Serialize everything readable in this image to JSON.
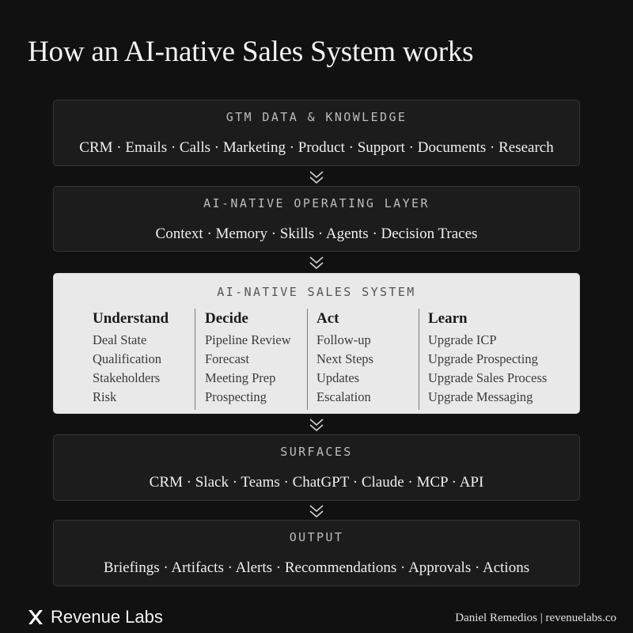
{
  "title": "How an AI-native Sales System works",
  "layers": {
    "gtm": {
      "heading": "GTM DATA & KNOWLEDGE",
      "items": "CRM ·  Emails · Calls · Marketing · Product · Support · Documents · Research"
    },
    "operating": {
      "heading": "AI-NATIVE OPERATING LAYER",
      "items": "Context · Memory · Skills · Agents · Decision Traces"
    },
    "system": {
      "heading": "AI-NATIVE SALES SYSTEM",
      "columns": [
        {
          "title": "Understand",
          "items": [
            "Deal State",
            "Qualification",
            "Stakeholders",
            "Risk"
          ]
        },
        {
          "title": "Decide",
          "items": [
            "Pipeline Review",
            "Forecast",
            "Meeting Prep",
            "Prospecting"
          ]
        },
        {
          "title": "Act",
          "items": [
            "Follow-up",
            "Next Steps",
            "Updates",
            "Escalation"
          ]
        },
        {
          "title": "Learn",
          "items": [
            "Upgrade ICP",
            "Upgrade Prospecting",
            "Upgrade Sales Process",
            "Upgrade Messaging"
          ]
        }
      ]
    },
    "surfaces": {
      "heading": "SURFACES",
      "items": "CRM · Slack · Teams · ChatGPT · Claude · MCP · API"
    },
    "output": {
      "heading": "OUTPUT",
      "items": "Briefings · Artifacts · Alerts · Recommendations · Approvals · Actions"
    }
  },
  "footer": {
    "brand": "Revenue Labs",
    "brand_icon": "x-logo-icon",
    "credit": "Daniel Remedios | revenuelabs.co"
  },
  "colors": {
    "background": "#111111",
    "panel": "#1c1c1c",
    "highlight_panel": "#e9e9e9"
  }
}
